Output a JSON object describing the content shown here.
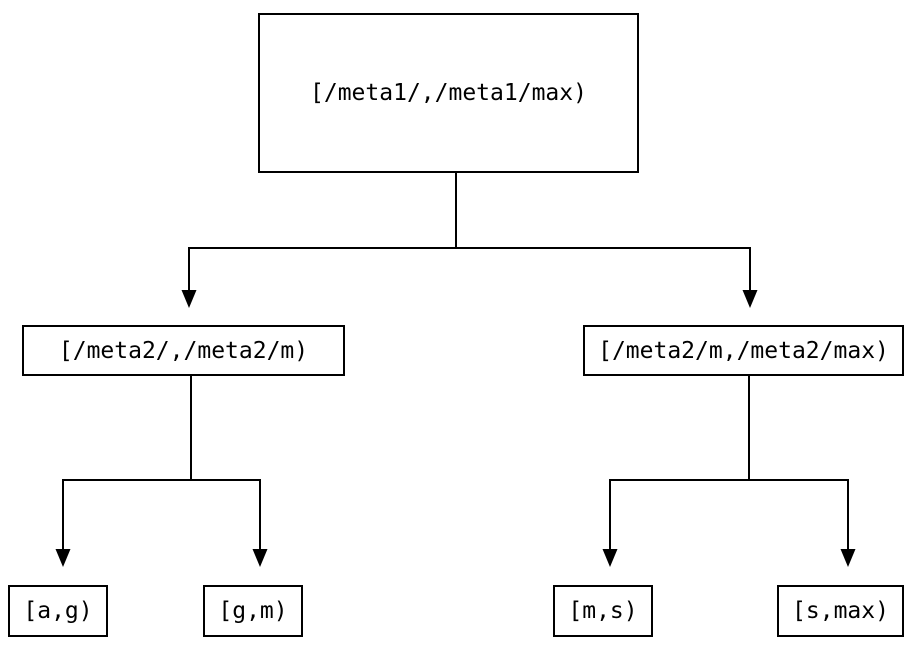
{
  "tree": {
    "root": {
      "label": "[/meta1/,/meta1/max)"
    },
    "level2": [
      {
        "label": "[/meta2/,/meta2/m)"
      },
      {
        "label": "[/meta2/m,/meta2/max)"
      }
    ],
    "leaves": [
      {
        "label": "[a,g)"
      },
      {
        "label": "[g,m)"
      },
      {
        "label": "[m,s)"
      },
      {
        "label": "[s,max)"
      }
    ],
    "colors": {
      "line": "#000000",
      "text": "#000000",
      "background": "#ffffff"
    }
  }
}
